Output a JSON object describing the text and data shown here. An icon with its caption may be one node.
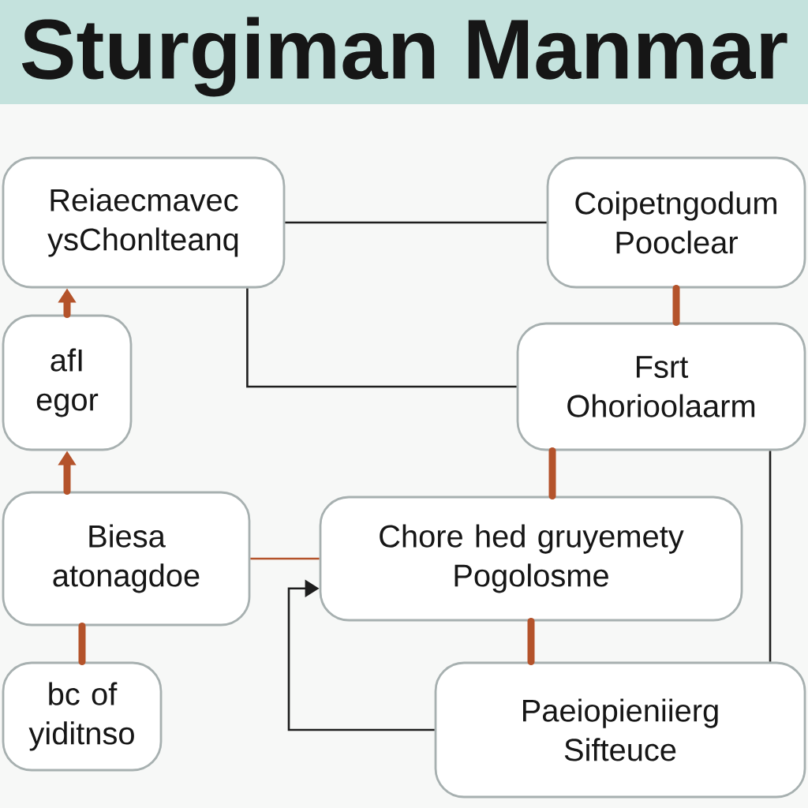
{
  "diagram": {
    "title": "Sturgiman Manmar",
    "nodes": [
      {
        "text": [
          "Reiaecmavec ysChonlteanq"
        ]
      },
      {
        "text": [
          "Coipetngodum Pooclear"
        ]
      },
      {
        "text": [
          "afI egor"
        ]
      },
      {
        "text": [
          "Fsrt Ohorioolaarm"
        ]
      },
      {
        "text": [
          "Biesa atonagdoe"
        ]
      },
      {
        "text": [
          "Chore hed gruyemety Pogolosme"
        ]
      },
      {
        "text": [
          "bc of yiditnso"
        ]
      },
      {
        "text": [
          "Paeiopieniierg Sifteuce"
        ]
      }
    ],
    "edges": [
      {
        "from": 2,
        "to": 0,
        "arrow": "to"
      },
      {
        "from": 4,
        "to": 2,
        "arrow": "to"
      },
      {
        "from": 6,
        "to": 4,
        "arrow": "none"
      },
      {
        "from": 1,
        "to": 3,
        "arrow": "none"
      },
      {
        "from": 3,
        "to": 5,
        "arrow": "none"
      },
      {
        "from": 5,
        "to": 7,
        "arrow": "none"
      },
      {
        "from": 0,
        "to": 1,
        "arrow": "none",
        "color": "#1e1e1e"
      },
      {
        "from": 0,
        "to": 3,
        "arrow": "none",
        "color": "#1e1e1e"
      },
      {
        "from": 7,
        "to": 5,
        "arrow": "to",
        "color": "#1e1e1e"
      },
      {
        "from": 4,
        "to": 5,
        "arrow": "none"
      },
      {
        "from": 3,
        "to": 7,
        "arrow": "none",
        "color": "#1e1e1e"
      }
    ]
  }
}
